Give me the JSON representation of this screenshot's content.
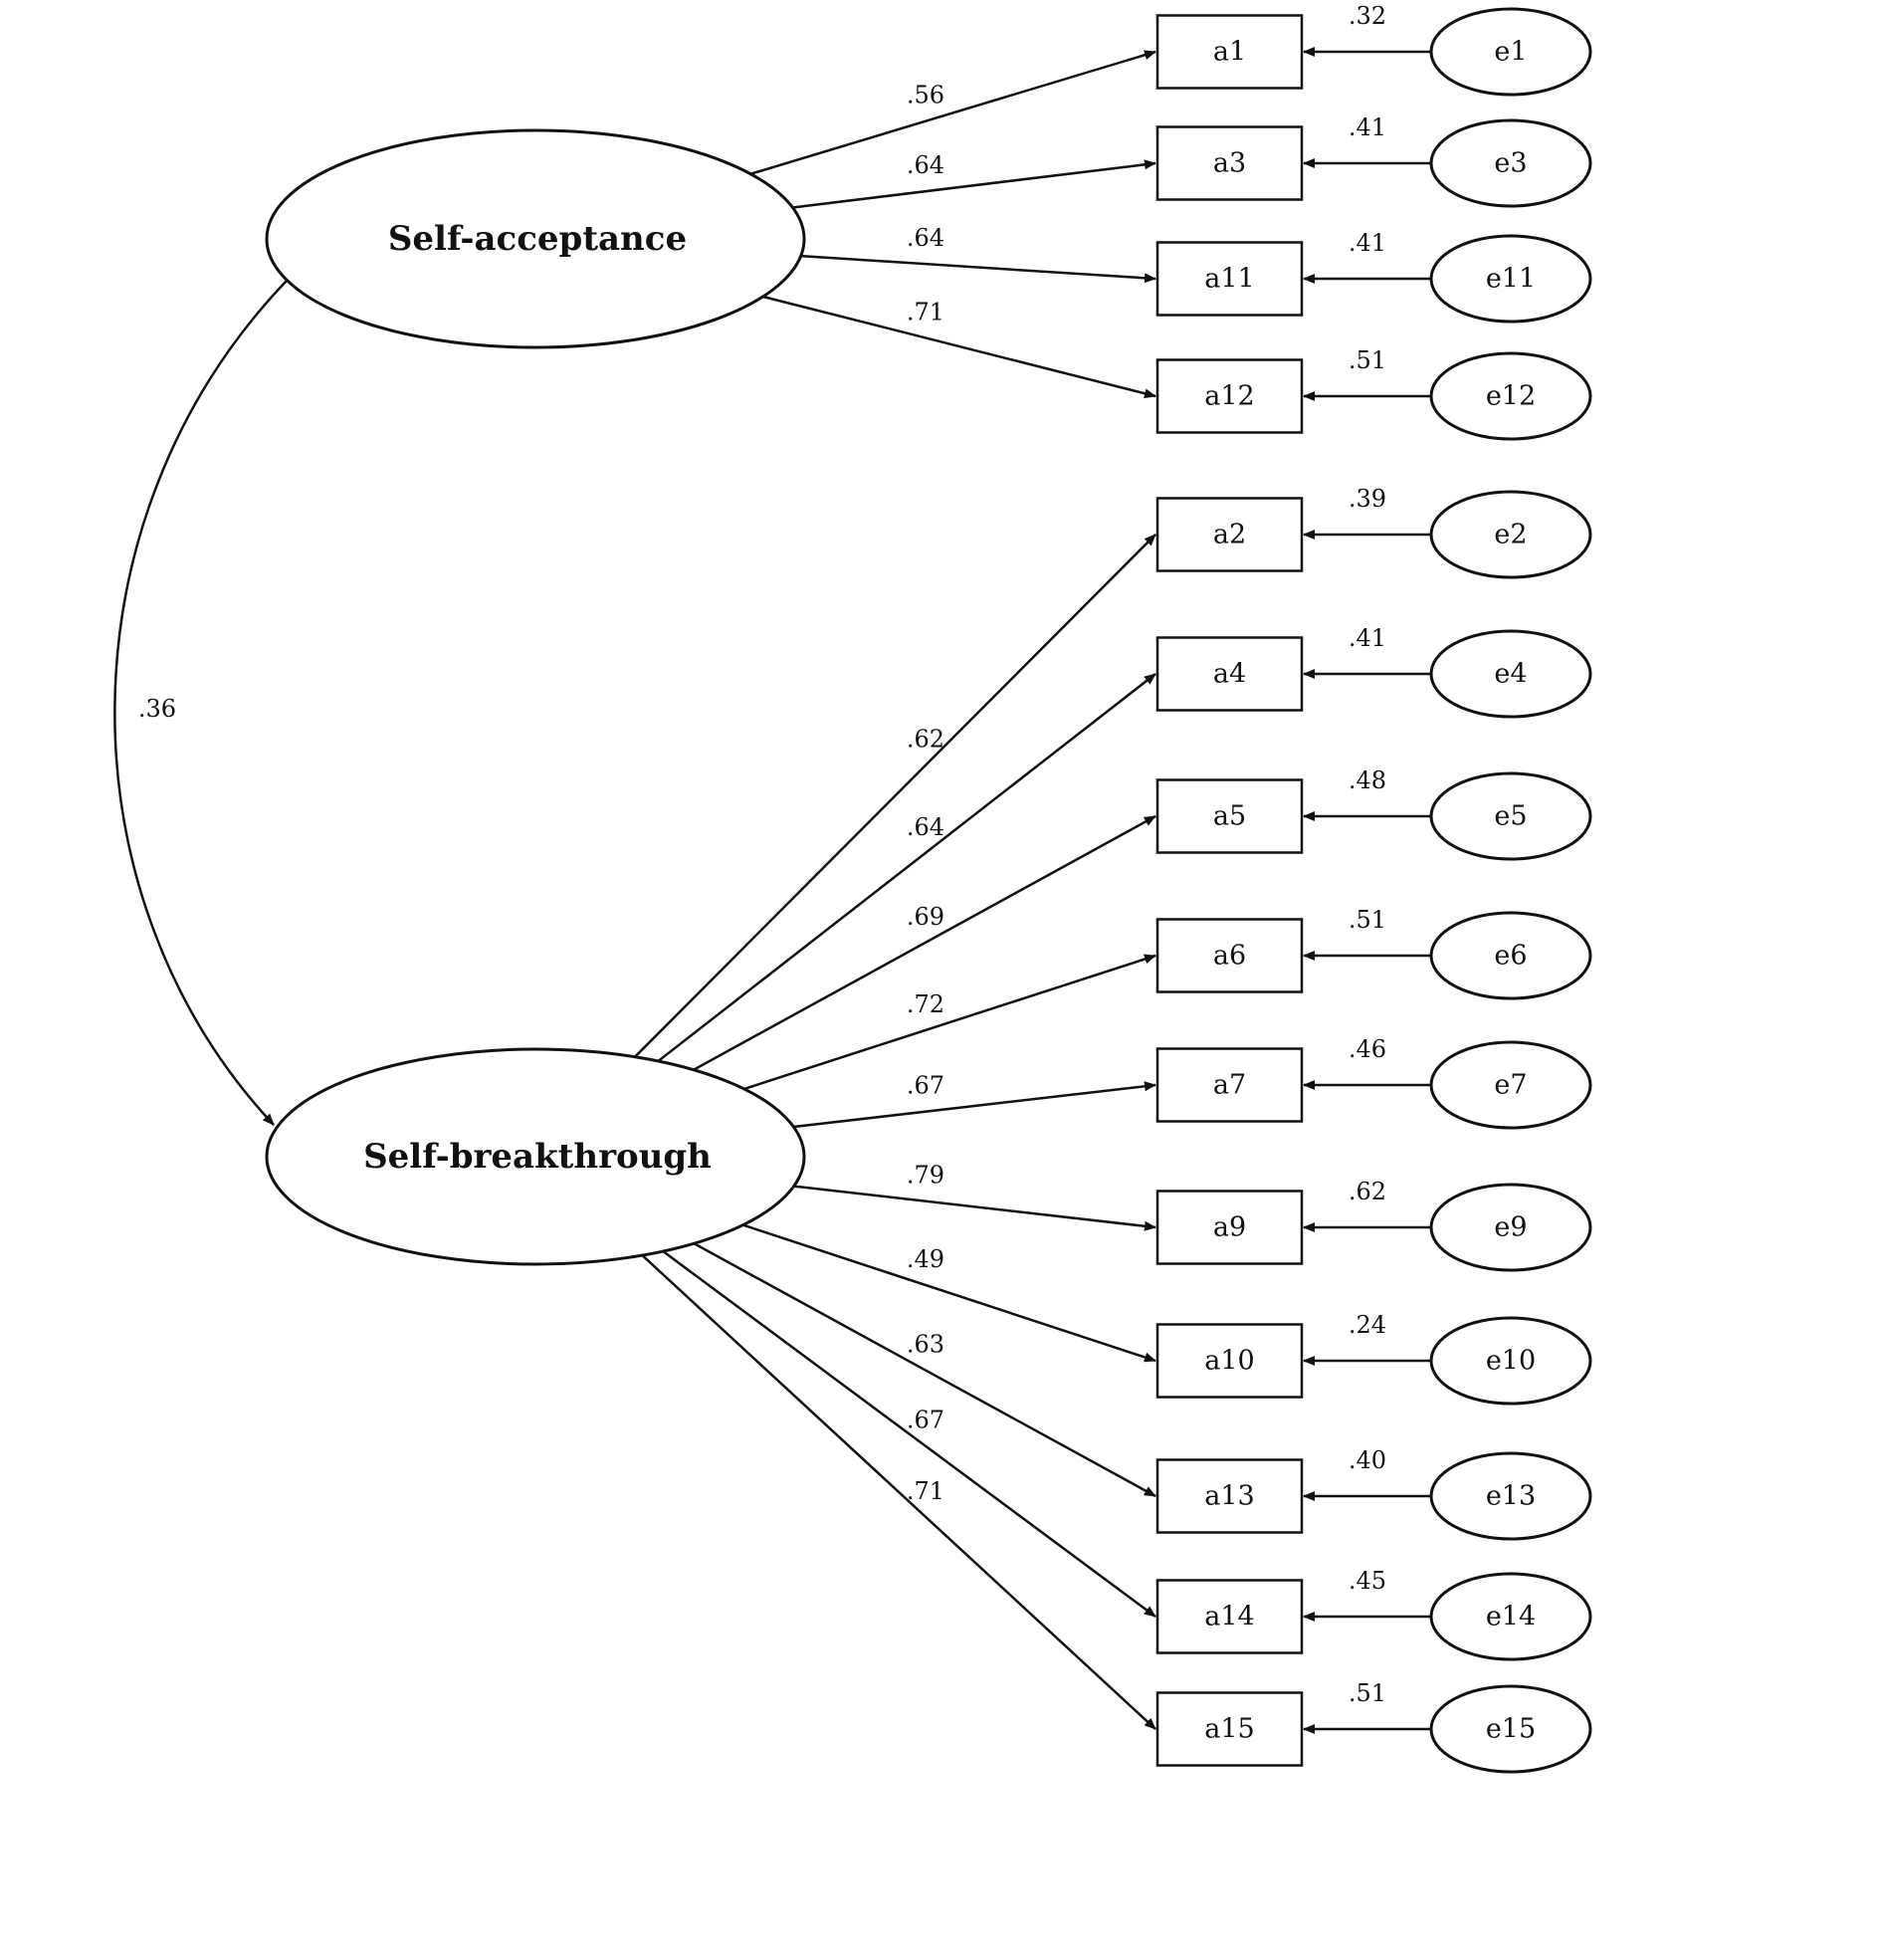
{
  "factors": [
    {
      "id": "SA",
      "label": "Self-acceptance"
    },
    {
      "id": "SB",
      "label": "Self-breakthrough"
    }
  ],
  "covariance": {
    "label": ".36"
  },
  "items": [
    {
      "label": "a1",
      "error": "e1",
      "factor": "SA",
      "loading": ".56",
      "residual": ".32"
    },
    {
      "label": "a3",
      "error": "e3",
      "factor": "SA",
      "loading": ".64",
      "residual": ".41"
    },
    {
      "label": "a11",
      "error": "e11",
      "factor": "SA",
      "loading": ".64",
      "residual": ".41"
    },
    {
      "label": "a12",
      "error": "e12",
      "factor": "SA",
      "loading": ".71",
      "residual": ".51"
    },
    {
      "label": "a2",
      "error": "e2",
      "factor": "SB",
      "loading": ".62",
      "residual": ".39"
    },
    {
      "label": "a4",
      "error": "e4",
      "factor": "SB",
      "loading": ".64",
      "residual": ".41"
    },
    {
      "label": "a5",
      "error": "e5",
      "factor": "SB",
      "loading": ".69",
      "residual": ".48"
    },
    {
      "label": "a6",
      "error": "e6",
      "factor": "SB",
      "loading": ".72",
      "residual": ".51"
    },
    {
      "label": "a7",
      "error": "e7",
      "factor": "SB",
      "loading": ".67",
      "residual": ".46"
    },
    {
      "label": "a9",
      "error": "e9",
      "factor": "SB",
      "loading": ".79",
      "residual": ".62"
    },
    {
      "label": "a10",
      "error": "e10",
      "factor": "SB",
      "loading": ".49",
      "residual": ".24"
    },
    {
      "label": "a13",
      "error": "e13",
      "factor": "SB",
      "loading": ".63",
      "residual": ".40"
    },
    {
      "label": "a14",
      "error": "e14",
      "factor": "SB",
      "loading": ".67",
      "residual": ".45"
    },
    {
      "label": "a15",
      "error": "e15",
      "factor": "SB",
      "loading": ".71",
      "residual": ".51"
    }
  ]
}
